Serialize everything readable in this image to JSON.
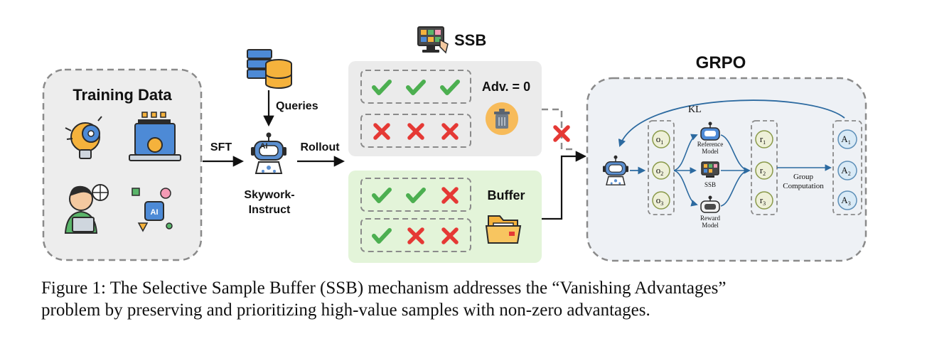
{
  "training_data": {
    "title": "Training Data"
  },
  "arrows": {
    "sft": "SFT",
    "rollout": "Rollout",
    "queries": "Queries"
  },
  "model": {
    "name_line1": "Skywork-",
    "name_line2": "Instruct",
    "chip": "AI"
  },
  "ssb_panel": {
    "title": "SSB",
    "adv_label": "Adv. = 0"
  },
  "buffer_panel": {
    "title": "Buffer"
  },
  "grpo": {
    "title": "GRPO",
    "kl": "KL",
    "outputs": [
      "o",
      "o",
      "o"
    ],
    "rewards": [
      "r",
      "r",
      "r"
    ],
    "advantages": [
      "A",
      "A",
      "A"
    ],
    "subscripts": [
      "1",
      "2",
      "3"
    ],
    "reference_model": [
      "Reference",
      "Model"
    ],
    "ssb": "SSB",
    "reward_model": [
      "Reward",
      "Model"
    ],
    "group_computation": [
      "Group",
      "Computation"
    ]
  },
  "caption": {
    "line1": "Figure 1: The Selective Sample Buffer (SSB) mechanism addresses the “Vanishing Advantages”",
    "line2": "problem by preserving and prioritizing high-value samples with non-zero advantages."
  },
  "colors": {
    "check": "#4caf50",
    "cross": "#e53935",
    "ssb_panel_fill": "#ebebeb",
    "buffer_panel_fill": "#e3f4d9",
    "grpo_panel_fill": "#eef1f5",
    "node_fill": "#eef0d8",
    "node_stroke": "#8a9a4a",
    "adv_node_fill": "#d9eaf6",
    "adv_node_stroke": "#5d8fb8",
    "arrow_blue": "#2c6aa0"
  }
}
